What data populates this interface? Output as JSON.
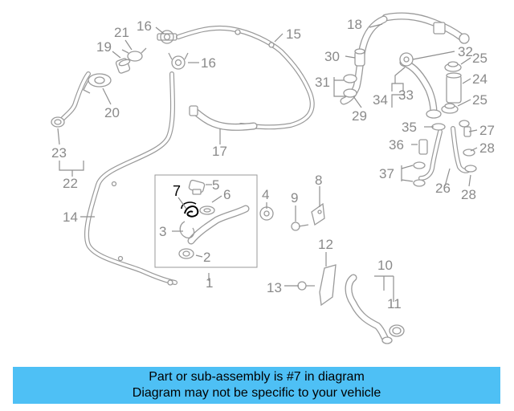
{
  "diagram": {
    "callouts": [
      "1",
      "2",
      "3",
      "4",
      "5",
      "6",
      "7",
      "8",
      "9",
      "10",
      "11",
      "12",
      "13",
      "14",
      "15",
      "16",
      "16",
      "17",
      "18",
      "19",
      "20",
      "21",
      "22",
      "23",
      "24",
      "25",
      "25",
      "26",
      "27",
      "28",
      "28",
      "29",
      "30",
      "31",
      "32",
      "33",
      "34",
      "35",
      "36",
      "37"
    ],
    "highlighted_callout": "7"
  },
  "banner": {
    "line1": "Part or sub-assembly is #7 in diagram",
    "line2": "Diagram may not be specific to your vehicle",
    "background_color": "#4ec0f5"
  }
}
